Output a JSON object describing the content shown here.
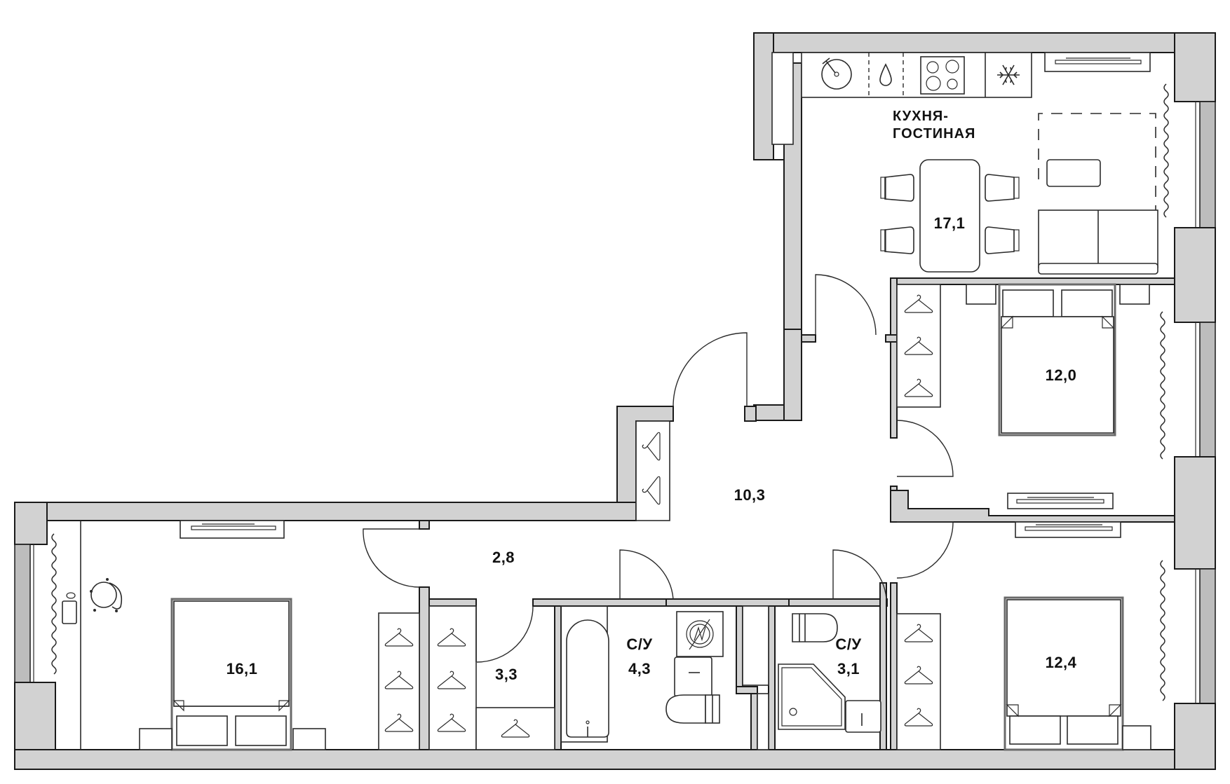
{
  "plan": {
    "title": "Floor plan",
    "colors": {
      "wall": "#d2d2d2",
      "window_wall": "#bdbdbd",
      "line": "#2b2b2b",
      "background": "#ffffff"
    }
  },
  "rooms": [
    {
      "id": "kitchen_living",
      "name_line1": "КУХНЯ-",
      "name_line2": "ГОСТИНАЯ",
      "area": "17,1"
    },
    {
      "id": "bedroom_top_right",
      "area": "12,0"
    },
    {
      "id": "hall",
      "area": "10,3"
    },
    {
      "id": "corridor",
      "area": "2,8"
    },
    {
      "id": "bedroom_left",
      "area": "16,1"
    },
    {
      "id": "closet",
      "area": "3,3"
    },
    {
      "id": "bathroom_1",
      "name": "С/У",
      "area": "4,3"
    },
    {
      "id": "bathroom_2",
      "name": "С/У",
      "area": "3,1"
    },
    {
      "id": "bedroom_bottom_right",
      "area": "12,4"
    }
  ],
  "icons": [
    "sink-icon",
    "water-drop-icon",
    "cooktop-icon",
    "fridge-snowflake-icon",
    "hanger-icon",
    "bathtub-icon",
    "washing-machine-icon",
    "toilet-icon",
    "shower-tray-icon",
    "bed-icon",
    "sofa-icon",
    "dining-table-icon",
    "chair-icon",
    "office-chair-icon",
    "radiator-icon",
    "curtain-icon",
    "door-swing-icon"
  ]
}
